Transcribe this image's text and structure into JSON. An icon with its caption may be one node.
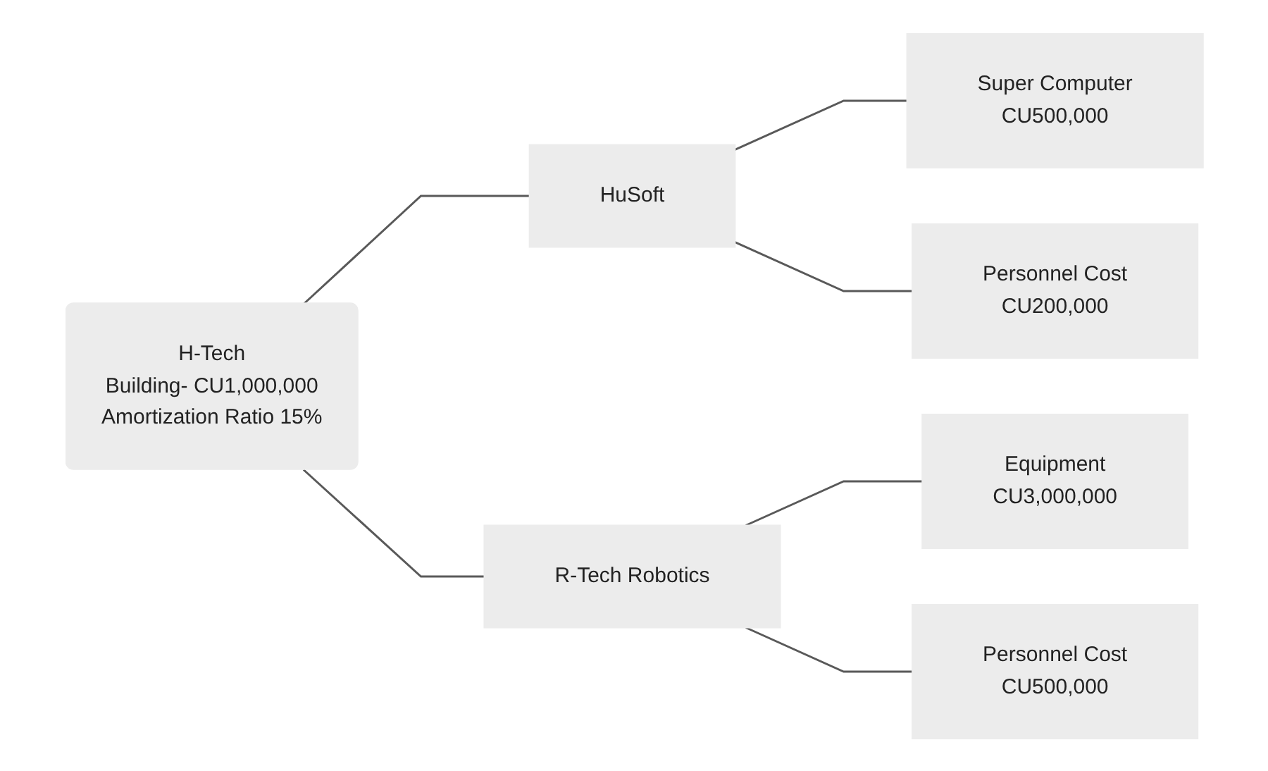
{
  "diagram": {
    "nodes": [
      {
        "text": [
          "H-Tech",
          "Building- CU1,000,000",
          "Amortization Ratio 15%"
        ]
      },
      {
        "text": [
          "HuSoft"
        ]
      },
      {
        "text": [
          "Super Computer",
          "CU500,000"
        ]
      },
      {
        "text": [
          "Personnel Cost",
          "CU200,000"
        ]
      },
      {
        "text": [
          "R-Tech Robotics"
        ]
      },
      {
        "text": [
          "Equipment",
          "CU3,000,000"
        ]
      },
      {
        "text": [
          "Personnel Cost",
          "CU500,000"
        ]
      }
    ],
    "edges": [
      {
        "from": 0,
        "to": 1,
        "arrow": "none"
      },
      {
        "from": 0,
        "to": 4,
        "arrow": "none"
      },
      {
        "from": 1,
        "to": 2,
        "arrow": "none"
      },
      {
        "from": 1,
        "to": 3,
        "arrow": "none"
      },
      {
        "from": 4,
        "to": 5,
        "arrow": "none"
      },
      {
        "from": 4,
        "to": 6,
        "arrow": "none"
      }
    ]
  }
}
